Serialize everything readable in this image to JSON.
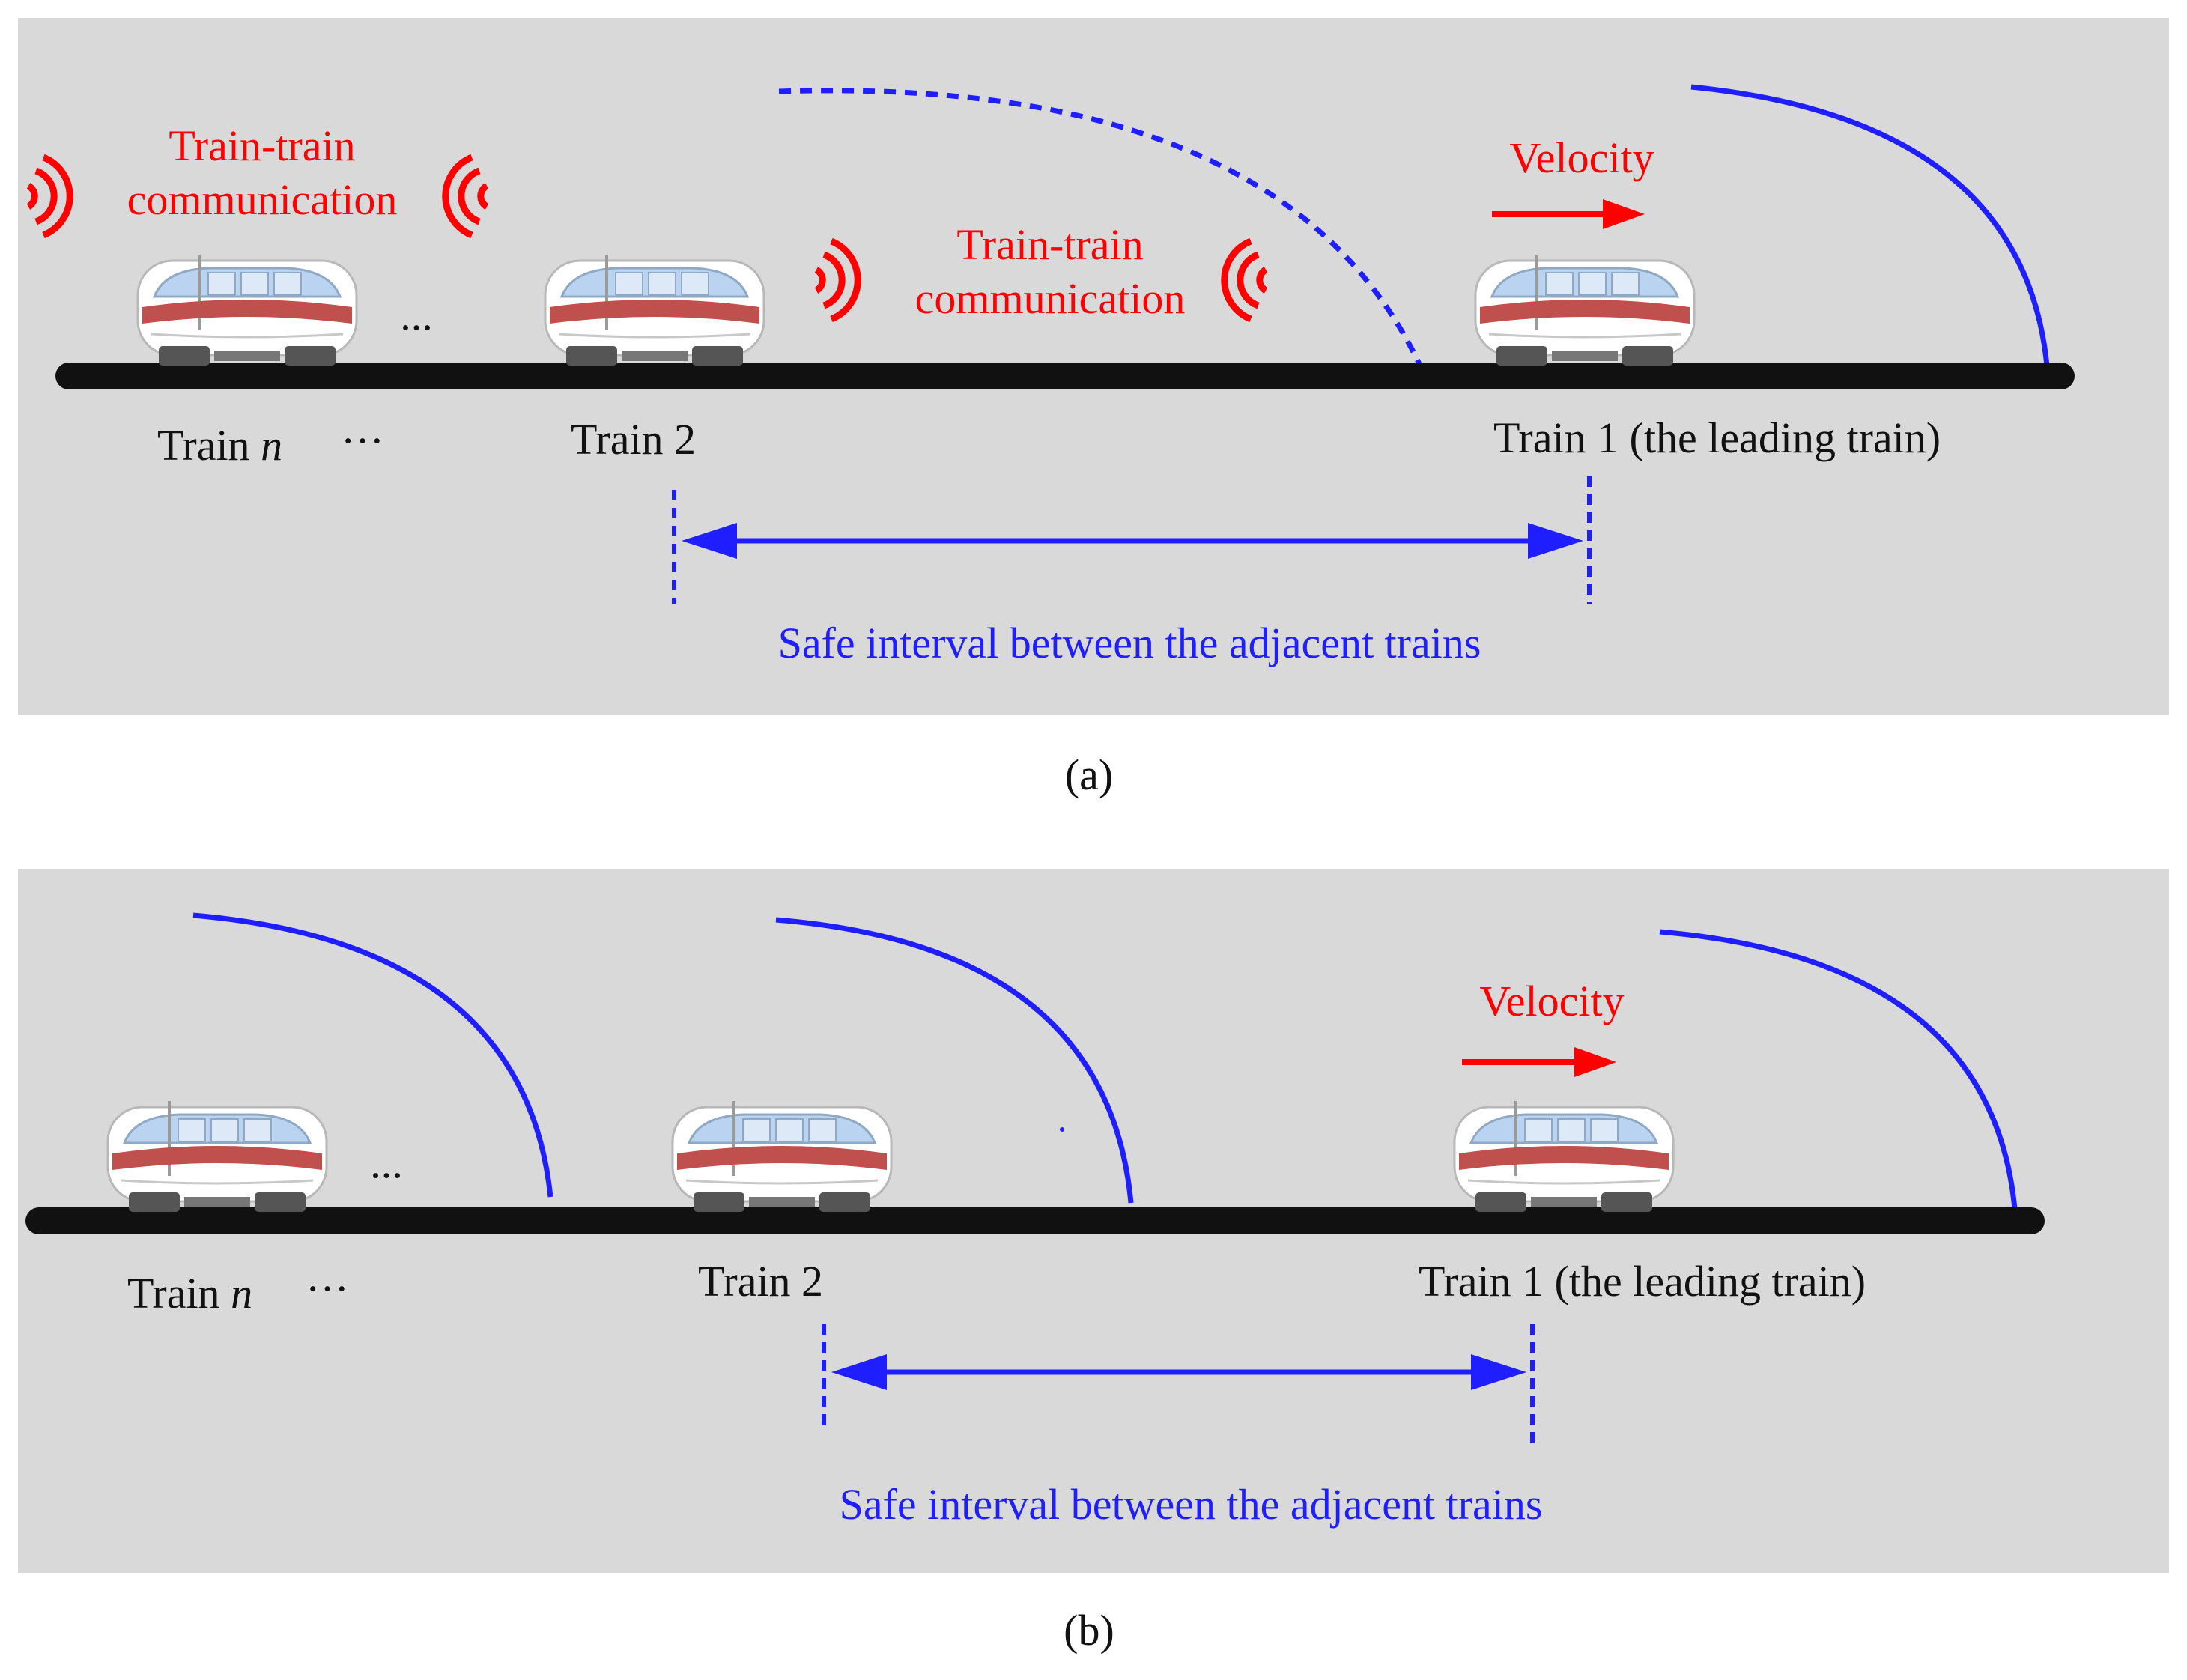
{
  "panel_a": {
    "caption": "(a)",
    "comm_label_line1": "Train-train",
    "comm_label_line2": "communication",
    "velocity_label": "Velocity",
    "train_n_label": "Train ",
    "train_n_var": "n",
    "ellipsis": "···",
    "ellipsis_small": "...",
    "train_2_label": "Train 2",
    "train_1_label": "Train 1 (the leading train)",
    "safe_interval_label": "Safe interval between the adjacent trains"
  },
  "panel_b": {
    "caption": "(b)",
    "velocity_label": "Velocity",
    "train_n_label": "Train ",
    "train_n_var": "n",
    "ellipsis": "···",
    "ellipsis_small": "...",
    "train_2_label": "Train 2",
    "train_1_label": "Train 1 (the leading train)",
    "safe_interval_label": "Safe interval between the adjacent trains"
  },
  "colors": {
    "panel_background": "#d9d9d9",
    "track": "#111111",
    "braking_curve": "#1e1eff",
    "communication": "#ff0000",
    "train_stripe": "#c0504d"
  },
  "icons": [
    "train-icon",
    "wireless-signal-icon",
    "velocity-arrow-icon"
  ]
}
